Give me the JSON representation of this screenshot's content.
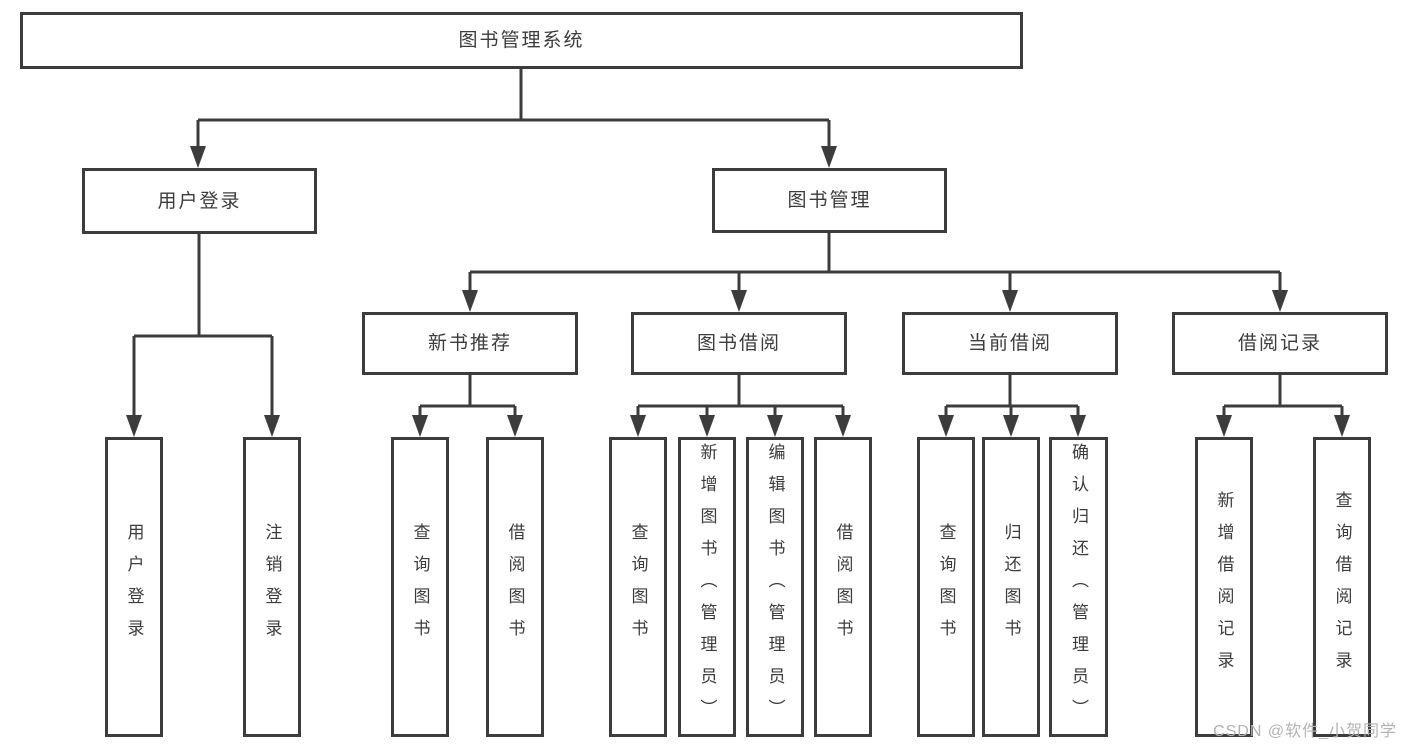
{
  "diagram": {
    "title": "图书管理系统",
    "nodes": {
      "root": "图书管理系统",
      "user_login": "用户登录",
      "book_mgmt": "图书管理",
      "new_book": "新书推荐",
      "book_borrow": "图书借阅",
      "current_borrow": "当前借阅",
      "borrow_record": "借阅记录"
    },
    "leaves": {
      "login_1": "用户登录",
      "login_2": "注销登录",
      "newbook_1": "查询图书",
      "newbook_2": "借阅图书",
      "borrow_1": "查询图书",
      "borrow_2": "新增图书（管理员）",
      "borrow_3": "编辑图书（管理员）",
      "borrow_4": "借阅图书",
      "current_1": "查询图书",
      "current_2": "归还图书",
      "current_3": "确认归还（管理员）",
      "record_1": "新增借阅记录",
      "record_2": "查询借阅记录"
    }
  },
  "watermark": {
    "text": "CSDN @软件_小贺同学"
  },
  "colors": {
    "line": "#3c3c3c",
    "text": "#3c3c3c",
    "watermark": "#b3b3b3",
    "background": "#ffffff"
  }
}
